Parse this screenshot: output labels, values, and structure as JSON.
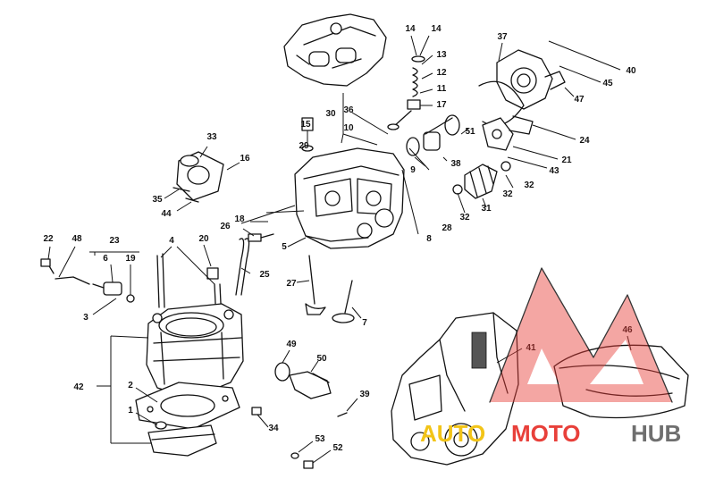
{
  "callouts": [
    {
      "id": "14a",
      "label": "14"
    },
    {
      "id": "14b",
      "label": "14"
    },
    {
      "id": "13",
      "label": "13"
    },
    {
      "id": "12",
      "label": "12"
    },
    {
      "id": "11",
      "label": "11"
    },
    {
      "id": "17",
      "label": "17"
    },
    {
      "id": "37",
      "label": "37"
    },
    {
      "id": "40",
      "label": "40"
    },
    {
      "id": "45",
      "label": "45"
    },
    {
      "id": "47",
      "label": "47"
    },
    {
      "id": "36",
      "label": "36"
    },
    {
      "id": "30",
      "label": "30"
    },
    {
      "id": "15",
      "label": "15"
    },
    {
      "id": "10",
      "label": "10"
    },
    {
      "id": "29",
      "label": "29"
    },
    {
      "id": "33",
      "label": "33"
    },
    {
      "id": "16",
      "label": "16"
    },
    {
      "id": "35",
      "label": "35"
    },
    {
      "id": "44",
      "label": "44"
    },
    {
      "id": "9",
      "label": "9"
    },
    {
      "id": "38",
      "label": "38"
    },
    {
      "id": "51",
      "label": "51"
    },
    {
      "id": "24",
      "label": "24"
    },
    {
      "id": "21",
      "label": "21"
    },
    {
      "id": "43",
      "label": "43"
    },
    {
      "id": "32a",
      "label": "32"
    },
    {
      "id": "32b",
      "label": "32"
    },
    {
      "id": "32c",
      "label": "32"
    },
    {
      "id": "31",
      "label": "31"
    },
    {
      "id": "28",
      "label": "28"
    },
    {
      "id": "8",
      "label": "8"
    },
    {
      "id": "26",
      "label": "26"
    },
    {
      "id": "18",
      "label": "18"
    },
    {
      "id": "5",
      "label": "5"
    },
    {
      "id": "22",
      "label": "22"
    },
    {
      "id": "48",
      "label": "48"
    },
    {
      "id": "23",
      "label": "23"
    },
    {
      "id": "6",
      "label": "6"
    },
    {
      "id": "19",
      "label": "19"
    },
    {
      "id": "4",
      "label": "4"
    },
    {
      "id": "20",
      "label": "20"
    },
    {
      "id": "25",
      "label": "25"
    },
    {
      "id": "27",
      "label": "27"
    },
    {
      "id": "7",
      "label": "7"
    },
    {
      "id": "3",
      "label": "3"
    },
    {
      "id": "42",
      "label": "42"
    },
    {
      "id": "2",
      "label": "2"
    },
    {
      "id": "1",
      "label": "1"
    },
    {
      "id": "49",
      "label": "49"
    },
    {
      "id": "50",
      "label": "50"
    },
    {
      "id": "39",
      "label": "39"
    },
    {
      "id": "34",
      "label": "34"
    },
    {
      "id": "53",
      "label": "53"
    },
    {
      "id": "52",
      "label": "52"
    },
    {
      "id": "41",
      "label": "41"
    },
    {
      "id": "46",
      "label": "46"
    }
  ],
  "watermark": {
    "part1": "AUTO",
    "part2": "MOTO",
    "part3": "HUB",
    "color_red": "#e8403a",
    "color_yellow": "#f2c418",
    "color_gray": "#6f6f6f"
  }
}
